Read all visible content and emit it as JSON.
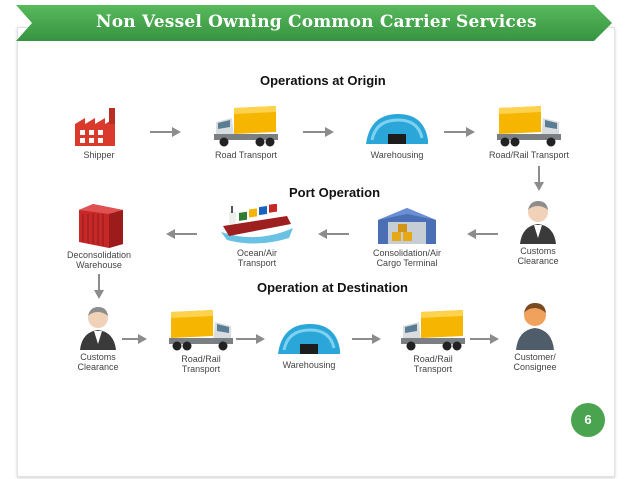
{
  "title": "Non Vessel Owning Common Carrier Services",
  "sections": {
    "origin": "Operations at Origin",
    "port": "Port Operation",
    "destination": "Operation at Destination"
  },
  "nodes": {
    "shipper": "Shipper",
    "road_transport": "Road Transport",
    "warehousing_1": "Warehousing",
    "road_rail_transport_1": "Road/Rail Transport",
    "customs_clearance_1": [
      "Customs",
      "Clearance"
    ],
    "consolidation_terminal": [
      "Consolidation/Air",
      "Cargo Terminal"
    ],
    "ocean_air_transport": [
      "Ocean/Air",
      "Transport"
    ],
    "deconsolidation_warehouse": [
      "Deconsolidation",
      "Warehouse"
    ],
    "customs_clearance_2": [
      "Customs",
      "Clearance"
    ],
    "road_rail_transport_2": [
      "Road/Rail",
      "Transport"
    ],
    "warehousing_2": "Warehousing",
    "road_rail_transport_3": [
      "Road/Rail",
      "Transport"
    ],
    "customer_consignee": [
      "Customer/",
      "Consignee"
    ]
  },
  "page_number": "6",
  "colors": {
    "banner": "#3f9c46",
    "truck_cargo": "#f5b500",
    "warehouse_roof": "#2aa6d8",
    "factory": "#d93a2b",
    "arrow": "#8c8c8c"
  }
}
